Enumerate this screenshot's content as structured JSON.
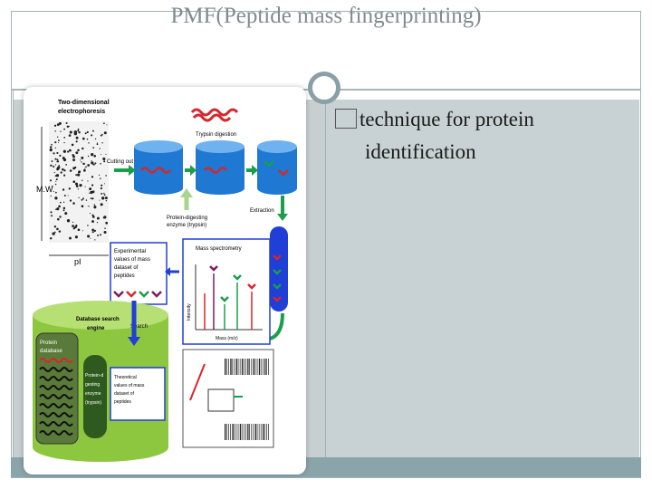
{
  "slide": {
    "title": "PMF(Peptide mass fingerprinting)",
    "bullet_line1": "technique for protein",
    "bullet_line2": "identification"
  },
  "diagram": {
    "gel_label": "Two-dimensional electrophoresis",
    "mw_label": "M.W.",
    "pi_label": "pI",
    "cutting_label": "Cutting out",
    "trypsin_label": "Trypsin digestion",
    "enzyme_label": "Protein-digesting enzyme (trypsin)",
    "extraction_label": "Extraction",
    "experimental_label": "Experimental values of mass dataset of peptides",
    "ms_label": "Mass spectrometry",
    "intensity_label": "Intensity",
    "mass_label": "Mass (m/z)",
    "db_engine_label": "Database search engine",
    "search_label": "Search",
    "protein_db_label": "Protein database",
    "db_enzyme_label": "Protein-digesting enzyme (trypsin)",
    "theoretical_label": "Theoretical values of mass dataset of peptides"
  },
  "colors": {
    "accent": "#8aa0a6",
    "cylinder_blue": "#1f78d1",
    "db_green": "#8dc63f",
    "peptide_red": "#d7262c",
    "peptide_green": "#1a9e4a",
    "peptide_purple": "#7b1d5a"
  }
}
